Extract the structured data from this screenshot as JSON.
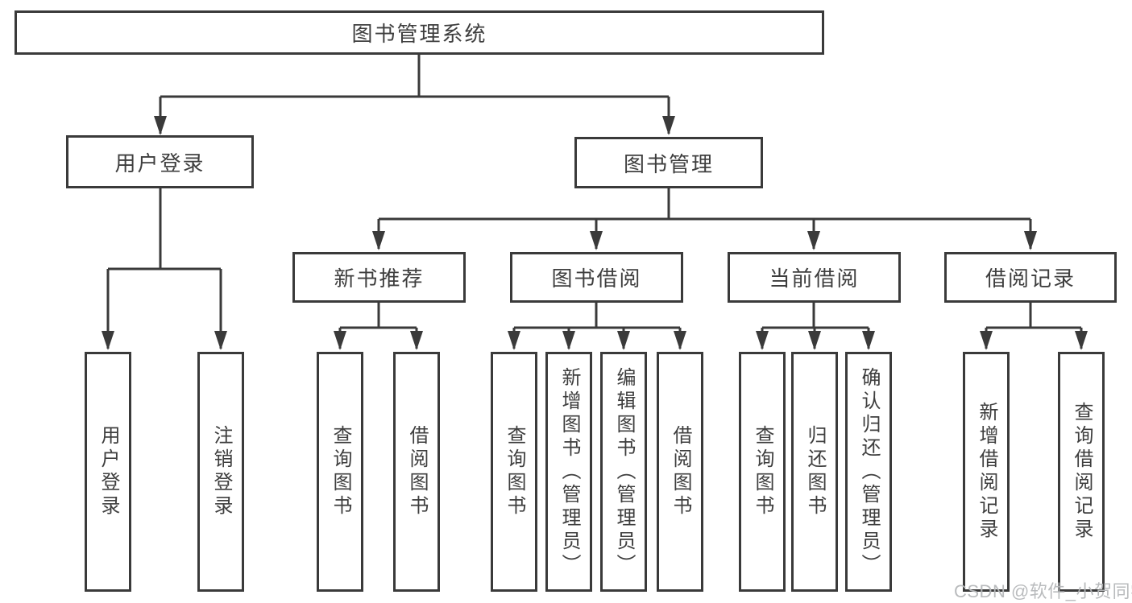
{
  "nodes": {
    "root": {
      "label": "图书管理系统"
    },
    "user_login": {
      "label": "用户登录"
    },
    "book_mgmt": {
      "label": "图书管理"
    },
    "new_book_rec": {
      "label": "新书推荐"
    },
    "book_borrow": {
      "label": "图书借阅"
    },
    "current_borrow": {
      "label": "当前借阅"
    },
    "borrow_record": {
      "label": "借阅记录"
    },
    "leaf_user_login": {
      "label": "用户登录"
    },
    "leaf_logout": {
      "label": "注销登录"
    },
    "leaf_nbr_query": {
      "label": "查询图书"
    },
    "leaf_nbr_borrow": {
      "label": "借阅图书"
    },
    "leaf_bb_query": {
      "label": "查询图书"
    },
    "leaf_bb_add": {
      "label": "新增图书（管理员）"
    },
    "leaf_bb_edit": {
      "label": "编辑图书（管理员）"
    },
    "leaf_bb_borrow": {
      "label": "借阅图书"
    },
    "leaf_cb_query": {
      "label": "查询图书"
    },
    "leaf_cb_return": {
      "label": "归还图书"
    },
    "leaf_cb_confirm": {
      "label": "确认归还（管理员）"
    },
    "leaf_br_add": {
      "label": "新增借阅记录"
    },
    "leaf_br_query": {
      "label": "查询借阅记录"
    }
  },
  "watermark": "CSDN @软件_小贺同学",
  "colors": {
    "line": "#3a3a3a",
    "text": "#3e3e3e",
    "watermark": "#b6b8ba",
    "background": "#ffffff"
  },
  "hierarchy": [
    {
      "parent": "图书管理系统",
      "children": [
        "用户登录",
        "图书管理"
      ]
    },
    {
      "parent": "用户登录",
      "children": [
        "用户登录",
        "注销登录"
      ]
    },
    {
      "parent": "图书管理",
      "children": [
        "新书推荐",
        "图书借阅",
        "当前借阅",
        "借阅记录"
      ]
    },
    {
      "parent": "新书推荐",
      "children": [
        "查询图书",
        "借阅图书"
      ]
    },
    {
      "parent": "图书借阅",
      "children": [
        "查询图书",
        "新增图书（管理员）",
        "编辑图书（管理员）",
        "借阅图书"
      ]
    },
    {
      "parent": "当前借阅",
      "children": [
        "查询图书",
        "归还图书",
        "确认归还（管理员）"
      ]
    },
    {
      "parent": "借阅记录",
      "children": [
        "新增借阅记录",
        "查询借阅记录"
      ]
    }
  ]
}
